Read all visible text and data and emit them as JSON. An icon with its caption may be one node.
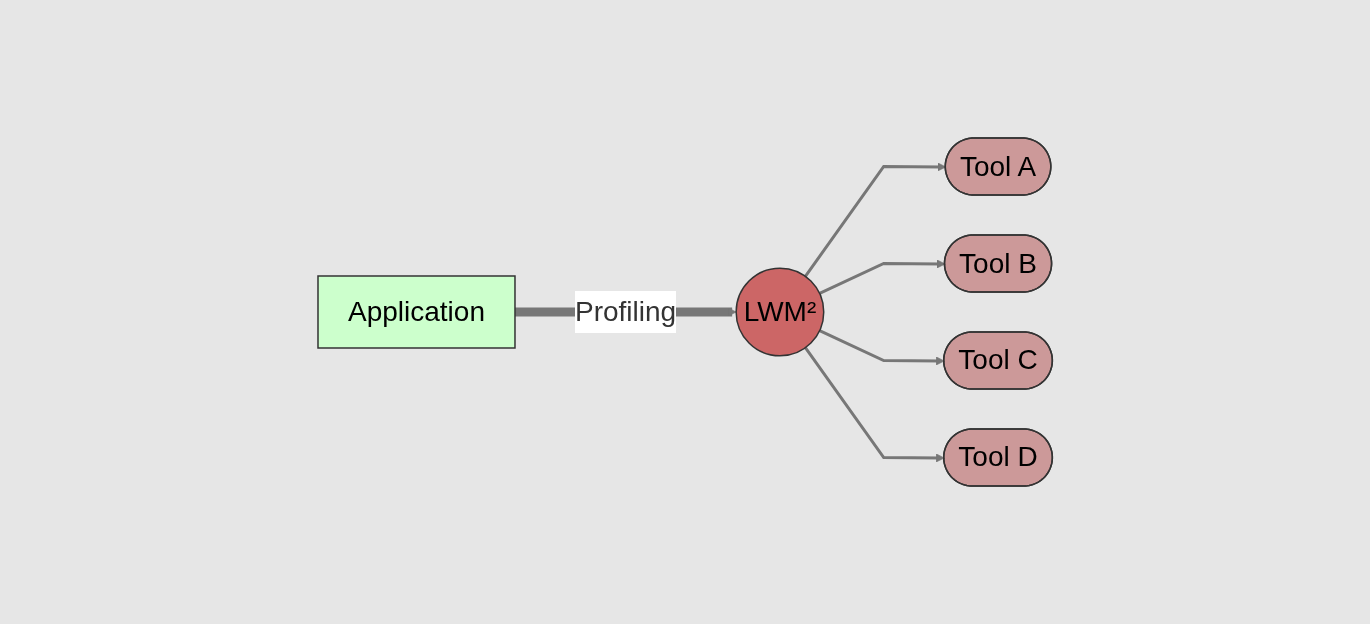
{
  "diagram": {
    "nodes": [
      {
        "text": [
          "Application"
        ]
      },
      {
        "text": [
          "LWM²"
        ]
      },
      {
        "text": [
          "Tool A"
        ]
      },
      {
        "text": [
          "Tool B"
        ]
      },
      {
        "text": [
          "Tool C"
        ]
      },
      {
        "text": [
          "Tool D"
        ]
      }
    ],
    "edges": [
      {
        "from": 0,
        "to": 1,
        "arrow": "to",
        "label": "Profiling",
        "style": "thick"
      },
      {
        "from": 1,
        "to": 2,
        "arrow": "to"
      },
      {
        "from": 1,
        "to": 3,
        "arrow": "to"
      },
      {
        "from": 1,
        "to": 4,
        "arrow": "to"
      },
      {
        "from": 1,
        "to": 5,
        "arrow": "to"
      }
    ]
  }
}
